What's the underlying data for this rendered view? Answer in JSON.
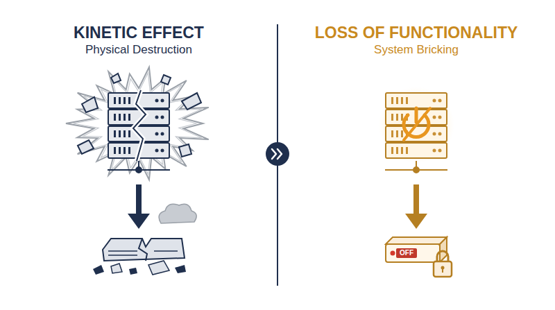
{
  "diagram": {
    "nodes": [
      {
        "text": [
          "OFF"
        ]
      }
    ],
    "labels": [
      "KINETIC EFFECT",
      "Physical Destruction",
      "LOSS OF FUNCTIONALITY",
      "System Bricking"
    ]
  }
}
